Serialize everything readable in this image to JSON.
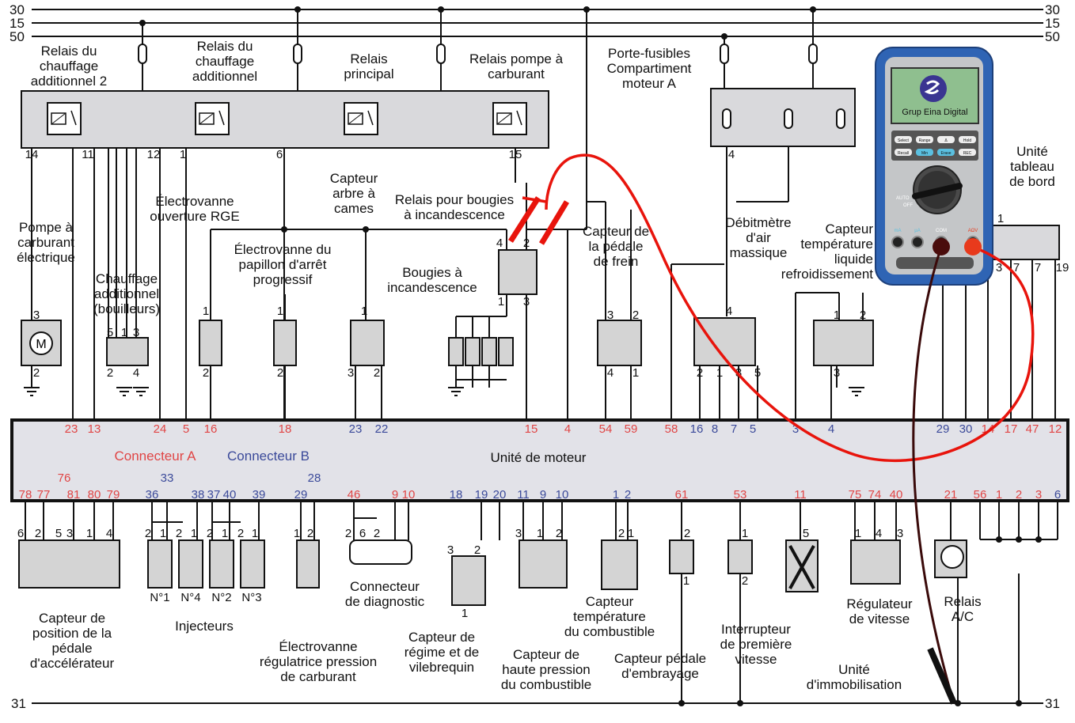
{
  "rails": {
    "r30": "30",
    "r15": "15",
    "r50": "50",
    "r31": "31"
  },
  "colors": {
    "pin_red": "#e04545",
    "pin_blue": "#3b4a9a",
    "probe_red": "#e8140c",
    "probe_black": "#3a0a0a",
    "meter_blue": "#2f64b4",
    "screen_green": "#8fbf8f"
  },
  "labels": {
    "relais_chauffage_2": [
      "Relais du",
      "chauffage",
      "additionnel 2"
    ],
    "relais_chauffage": [
      "Relais du",
      "chauffage",
      "additionnel"
    ],
    "relais_principal": [
      "Relais",
      "principal"
    ],
    "relais_pompe": [
      "Relais pompe à",
      "carburant"
    ],
    "porte_fusibles": [
      "Porte-fusibles",
      "Compartiment",
      "moteur A"
    ],
    "unite_tableau": [
      "Unité",
      "tableau",
      "de bord"
    ],
    "pompe": [
      "Pompe à",
      "carburant",
      "électrique"
    ],
    "ev_rge": [
      "Électrovanne",
      "ouverture RGE"
    ],
    "chauffage": [
      "Chauffage",
      "additionnel",
      "(bouilleurs)"
    ],
    "ev_papillon": [
      "Électrovanne du",
      "papillon d'arrêt",
      "progressif"
    ],
    "capteur_cames": [
      "Capteur",
      "arbre à",
      "cames"
    ],
    "relais_bougies": [
      "Relais pour bougies",
      "à incandescence"
    ],
    "bougies": [
      "Bougies à",
      "incandescence"
    ],
    "capteur_frein": [
      "Capteur de",
      "la pédale",
      "de frein"
    ],
    "debitmetre": [
      "Débitmètre",
      "d'air",
      "massique"
    ],
    "capteur_liquide": [
      "Capteur",
      "température",
      "liquide",
      "refroidissement"
    ],
    "capteur_accel": [
      "Capteur de",
      "position de la",
      "pédale",
      "d'accélérateur"
    ],
    "injecteurs": [
      "Injecteurs"
    ],
    "inj_n1": "N°1",
    "inj_n4": "N°4",
    "inj_n2": "N°2",
    "inj_n3": "N°3",
    "ev_pression": [
      "Électrovanne",
      "régulatrice pression",
      "de carburant"
    ],
    "diag": [
      "Connecteur",
      "de diagnostic"
    ],
    "vilebrequin": [
      "Capteur de",
      "régime et de",
      "vilebrequin"
    ],
    "haute_pression": [
      "Capteur de",
      "haute pression",
      "du combustible"
    ],
    "temp_combustible": [
      "Capteur",
      "température",
      "du combustible"
    ],
    "embrayage": [
      "Capteur pédale",
      "d'embrayage"
    ],
    "premiere": [
      "Interrupteur",
      "de première",
      "vitesse"
    ],
    "immob": [
      "Unité",
      "d'immobilisation"
    ],
    "regulateur": [
      "Régulateur",
      "de vitesse"
    ],
    "relais_ac": [
      "Relais",
      "A/C"
    ]
  },
  "ecu": {
    "title": "Unité de moteur",
    "connector_a": "Connecteur A",
    "connector_b": "Connecteur B",
    "top_pins": [
      {
        "n": "23",
        "c": "red"
      },
      {
        "n": "13",
        "c": "red"
      },
      {
        "n": "24",
        "c": "red"
      },
      {
        "n": "5",
        "c": "red"
      },
      {
        "n": "16",
        "c": "red"
      },
      {
        "n": "18",
        "c": "red"
      },
      {
        "n": "23",
        "c": "blue"
      },
      {
        "n": "22",
        "c": "blue"
      },
      {
        "n": "15",
        "c": "red"
      },
      {
        "n": "4",
        "c": "red"
      },
      {
        "n": "54",
        "c": "red"
      },
      {
        "n": "59",
        "c": "red"
      },
      {
        "n": "58",
        "c": "red"
      },
      {
        "n": "16",
        "c": "blue"
      },
      {
        "n": "8",
        "c": "blue"
      },
      {
        "n": "7",
        "c": "blue"
      },
      {
        "n": "5",
        "c": "blue"
      },
      {
        "n": "3",
        "c": "blue"
      },
      {
        "n": "4",
        "c": "blue"
      },
      {
        "n": "29",
        "c": "blue"
      },
      {
        "n": "30",
        "c": "blue"
      },
      {
        "n": "14",
        "c": "red"
      },
      {
        "n": "17",
        "c": "red"
      },
      {
        "n": "47",
        "c": "red"
      },
      {
        "n": "12",
        "c": "red"
      }
    ],
    "bottom_pins": [
      {
        "n": "78",
        "c": "red"
      },
      {
        "n": "77",
        "c": "red"
      },
      {
        "n": "76",
        "c": "red"
      },
      {
        "n": "81",
        "c": "red"
      },
      {
        "n": "80",
        "c": "red"
      },
      {
        "n": "79",
        "c": "red"
      },
      {
        "n": "36",
        "c": "blue"
      },
      {
        "n": "33",
        "c": "blue"
      },
      {
        "n": "38",
        "c": "blue"
      },
      {
        "n": "37",
        "c": "blue"
      },
      {
        "n": "40",
        "c": "blue"
      },
      {
        "n": "39",
        "c": "blue"
      },
      {
        "n": "29",
        "c": "blue"
      },
      {
        "n": "28",
        "c": "blue"
      },
      {
        "n": "46",
        "c": "red"
      },
      {
        "n": "9",
        "c": "red"
      },
      {
        "n": "10",
        "c": "red"
      },
      {
        "n": "18",
        "c": "blue"
      },
      {
        "n": "19",
        "c": "blue"
      },
      {
        "n": "20",
        "c": "blue"
      },
      {
        "n": "11",
        "c": "blue"
      },
      {
        "n": "9",
        "c": "blue"
      },
      {
        "n": "10",
        "c": "blue"
      },
      {
        "n": "1",
        "c": "blue"
      },
      {
        "n": "2",
        "c": "blue"
      },
      {
        "n": "61",
        "c": "red"
      },
      {
        "n": "53",
        "c": "red"
      },
      {
        "n": "11",
        "c": "red"
      },
      {
        "n": "75",
        "c": "red"
      },
      {
        "n": "74",
        "c": "red"
      },
      {
        "n": "40",
        "c": "red"
      },
      {
        "n": "21",
        "c": "red"
      },
      {
        "n": "56",
        "c": "red"
      },
      {
        "n": "1",
        "c": "red"
      },
      {
        "n": "2",
        "c": "red"
      },
      {
        "n": "3",
        "c": "red"
      },
      {
        "n": "6",
        "c": "blue"
      }
    ]
  },
  "component_pins": [
    "14",
    "11",
    "12",
    "1",
    "6",
    "15",
    "4",
    "1",
    "3",
    "7",
    "7",
    "19",
    "3",
    "2",
    "5",
    "1",
    "3",
    "2",
    "4",
    "1",
    "2",
    "1",
    "2",
    "1",
    "3",
    "2",
    "4",
    "2",
    "1",
    "3",
    "3",
    "2",
    "4",
    "1",
    "4",
    "2",
    "1",
    "3",
    "5",
    "1",
    "2",
    "3",
    "6",
    "2",
    "5",
    "3",
    "1",
    "4",
    "2",
    "1",
    "2",
    "1",
    "2",
    "1",
    "2",
    "1",
    "1",
    "2",
    "2",
    "6",
    "2",
    "3",
    "2",
    "1",
    "3",
    "1",
    "2",
    "2",
    "1",
    "2",
    "1",
    "1",
    "2",
    "5",
    "1",
    "4",
    "3"
  ],
  "multimeter": {
    "brand": "Grup Eina Digital",
    "buttons": [
      "Select",
      "Range",
      "Δ",
      "Hold",
      "Recall",
      "Min",
      "Erase",
      "REC"
    ],
    "dial_labels": [
      "AUTO",
      "OFF"
    ],
    "jacks": [
      "mA",
      "µA",
      "COM",
      "AΩV"
    ]
  }
}
